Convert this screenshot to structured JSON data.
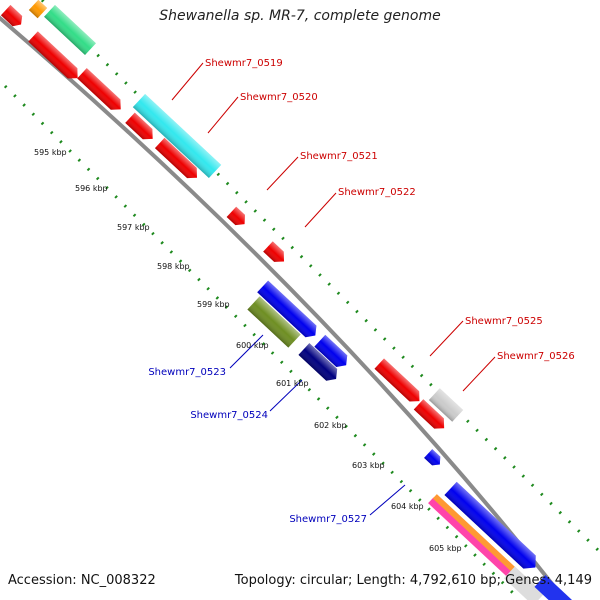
{
  "title": "Shewanella sp. MR-7, complete genome",
  "accession": "Accession: NC_008322",
  "topology": "Topology: circular; Length: 4,792,610 bp; Genes: 4,149",
  "colors": {
    "backbone": "#888888",
    "ticks": "#1f8a1f",
    "forward_label": "#cc0000",
    "reverse_label": "#0000bb"
  },
  "kbp_ticks": [
    {
      "label": "595 kbp"
    },
    {
      "label": "596 kbp"
    },
    {
      "label": "597 kbp"
    },
    {
      "label": "598 kbp"
    },
    {
      "label": "599 kbp"
    },
    {
      "label": "600 kbp"
    },
    {
      "label": "601 kbp"
    },
    {
      "label": "602 kbp"
    },
    {
      "label": "603 kbp"
    },
    {
      "label": "604 kbp"
    },
    {
      "label": "605 kbp"
    }
  ],
  "gene_labels": [
    {
      "label": "Shewmr7_0519",
      "strand": "forward"
    },
    {
      "label": "Shewmr7_0520",
      "strand": "forward"
    },
    {
      "label": "Shewmr7_0521",
      "strand": "forward"
    },
    {
      "label": "Shewmr7_0522",
      "strand": "forward"
    },
    {
      "label": "Shewmr7_0525",
      "strand": "forward"
    },
    {
      "label": "Shewmr7_0526",
      "strand": "forward"
    },
    {
      "label": "Shewmr7_0523",
      "strand": "reverse"
    },
    {
      "label": "Shewmr7_0524",
      "strand": "reverse"
    },
    {
      "label": "Shewmr7_0527",
      "strand": "reverse"
    }
  ]
}
